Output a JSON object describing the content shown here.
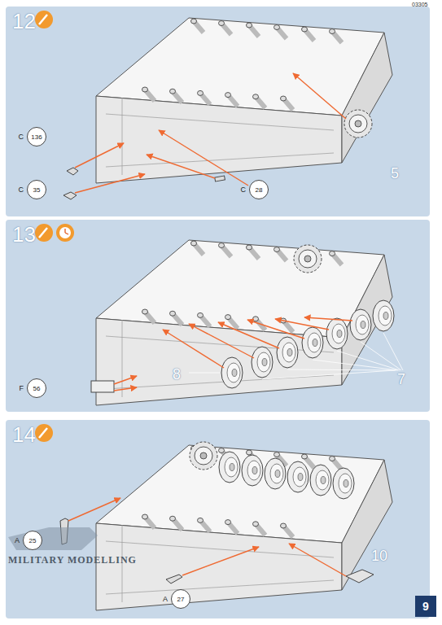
{
  "diagram": {
    "nodes": [
      {
        "text": [
          "12"
        ]
      },
      {
        "text": [
          "C",
          "136"
        ],
        "in": 0
      },
      {
        "text": [
          "C",
          "35"
        ],
        "in": 0
      },
      {
        "text": [
          "C",
          "28"
        ],
        "in": 0
      },
      {
        "text": [
          "13"
        ]
      },
      {
        "text": [
          "F",
          "56"
        ],
        "in": 4
      },
      {
        "text": [
          "14"
        ]
      },
      {
        "text": [
          "A",
          "25"
        ],
        "in": 6
      },
      {
        "text": [
          "A",
          "27"
        ],
        "in": 6
      }
    ],
    "labels": [
      "03305",
      "5",
      "8",
      "7",
      "10",
      "MILITARY MODELLING",
      "9"
    ]
  }
}
